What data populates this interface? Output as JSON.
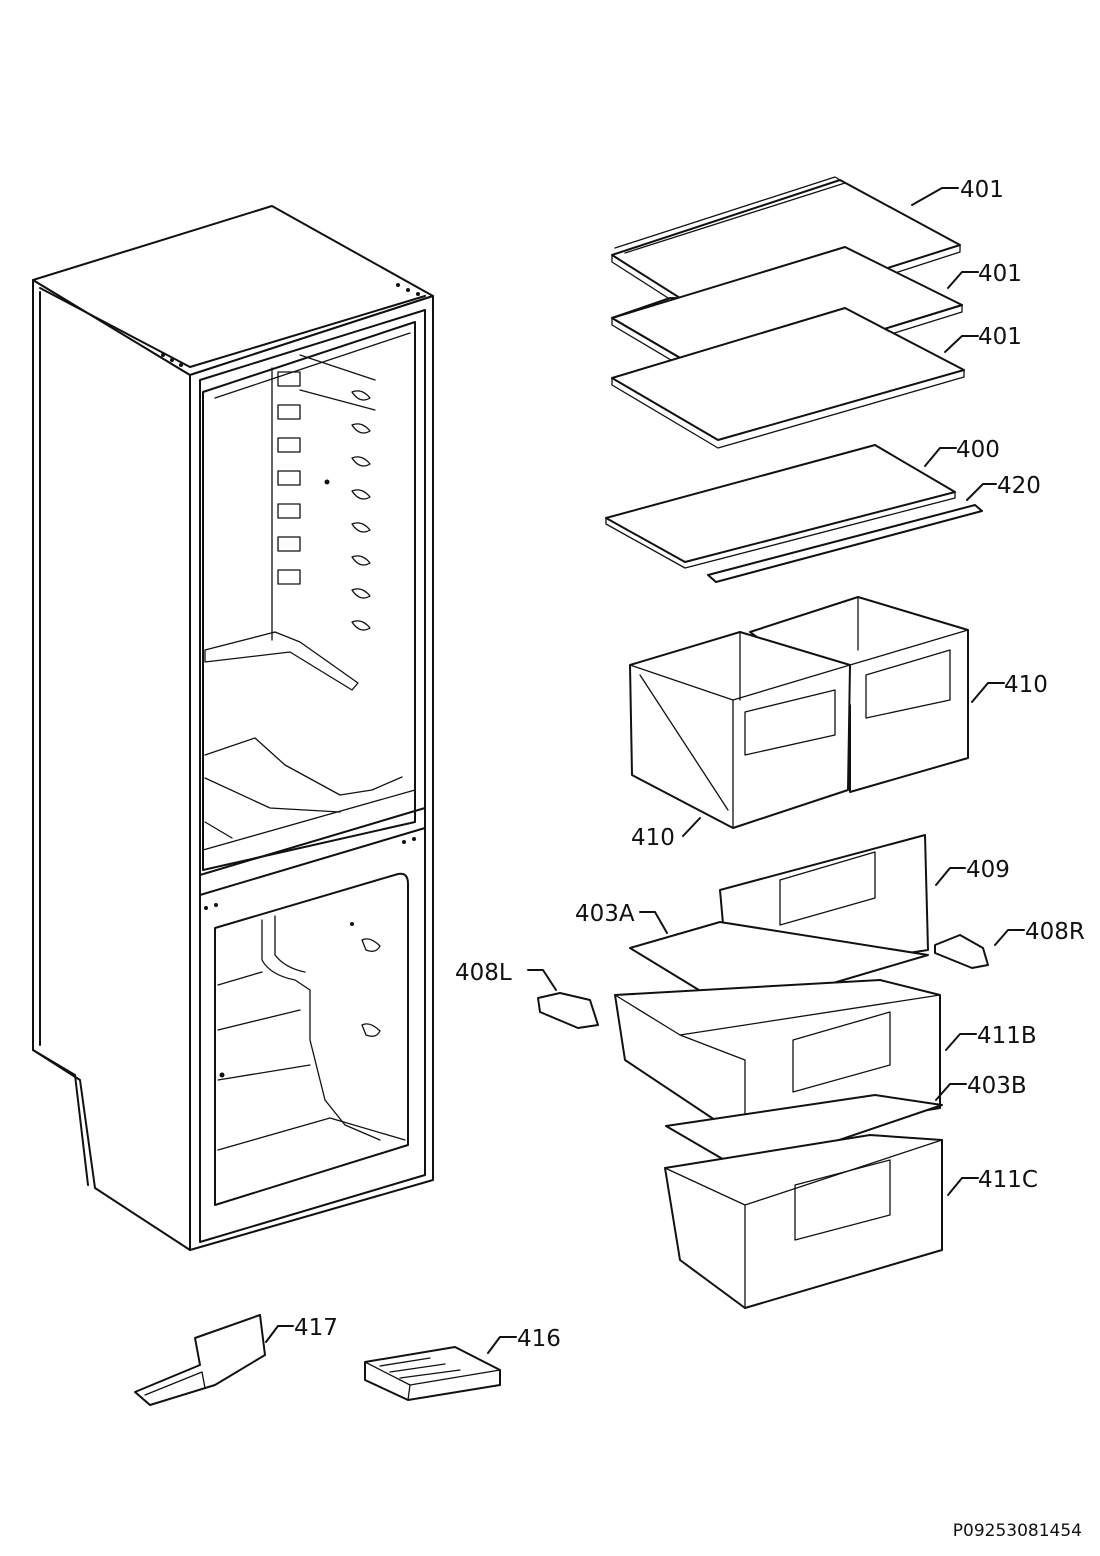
{
  "diagram": {
    "doc_id": "P09253081454",
    "callouts": {
      "shelf_1": "401",
      "shelf_2": "401",
      "shelf_3": "401",
      "glass_plate": "400",
      "profile_strip": "420",
      "crisper_right": "410",
      "crisper_left": "410",
      "drawer_front": "409",
      "glass_cover_a": "403A",
      "bracket_right": "408R",
      "bracket_left": "408L",
      "drawer_b": "411B",
      "glass_cover_b": "403B",
      "drawer_c": "411C",
      "ice_scoop": "417",
      "ice_tray": "416"
    }
  }
}
